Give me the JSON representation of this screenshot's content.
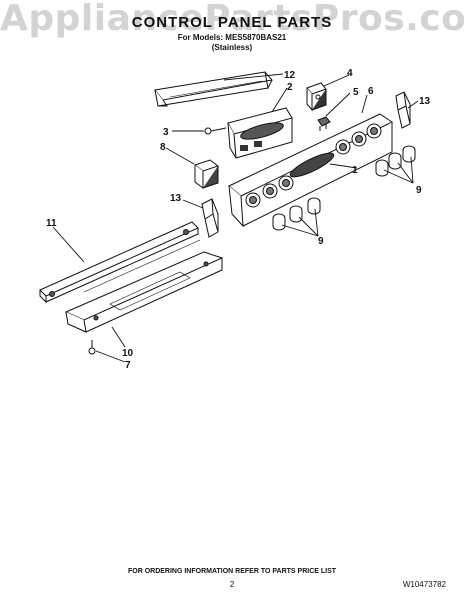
{
  "watermark": "AppliancePartsPros.com",
  "header": {
    "title": "CONTROL PANEL PARTS",
    "models": "For Models: MES5870BAS21",
    "variant": "(Stainless)"
  },
  "callouts": {
    "c1": "1",
    "c2": "2",
    "c3": "3",
    "c4": "4",
    "c5": "5",
    "c6": "6",
    "c7": "7",
    "c8": "8",
    "c9a": "9",
    "c9b": "9",
    "c10": "10",
    "c11": "11",
    "c12": "12",
    "c13a": "13",
    "c13b": "13"
  },
  "footer": {
    "ordering": "FOR ORDERING INFORMATION REFER TO PARTS PRICE LIST",
    "page": "2",
    "doc_number": "W10473782"
  }
}
